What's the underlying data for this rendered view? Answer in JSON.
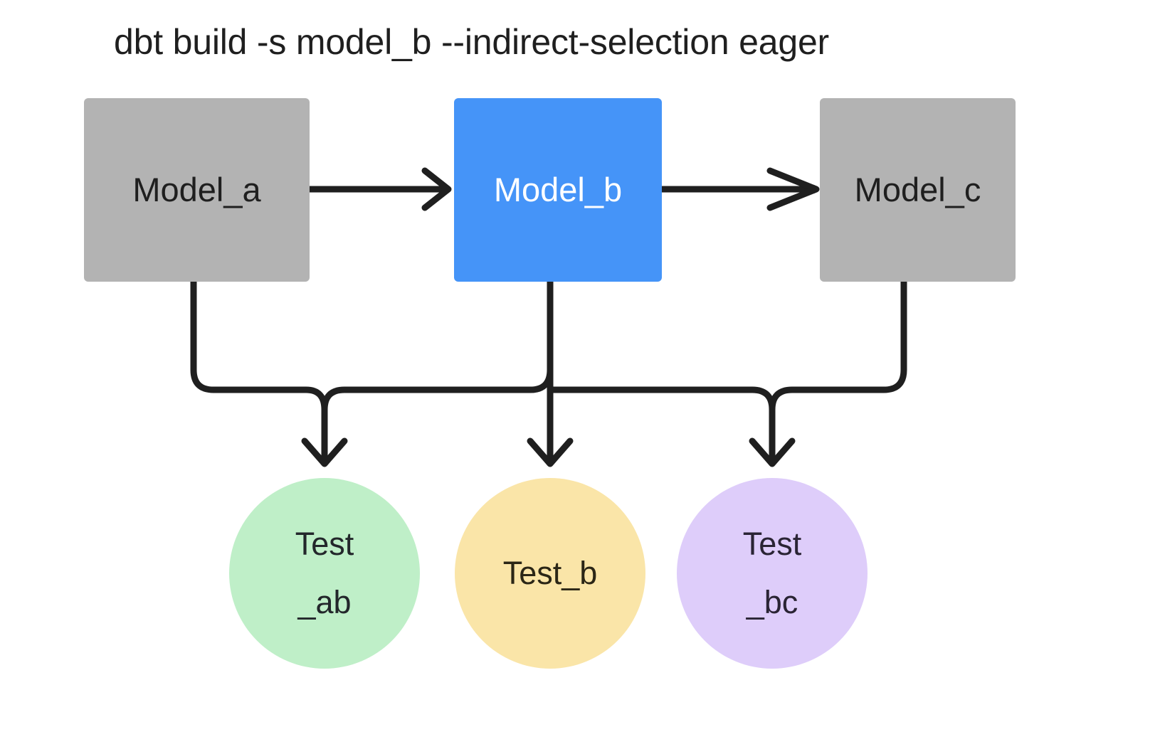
{
  "diagram": {
    "title": "dbt build -s model_b --indirect-selection eager",
    "background": "#ffffff",
    "edge_color": "#1f1f1f",
    "models": [
      {
        "id": "model_a",
        "label": "Model_a",
        "fill": "#b3b3b3",
        "text_color": "#1f1f1f",
        "selected": false
      },
      {
        "id": "model_b",
        "label": "Model_b",
        "fill": "#4594f8",
        "text_color": "#ffffff",
        "selected": true
      },
      {
        "id": "model_c",
        "label": "Model_c",
        "fill": "#b3b3b3",
        "text_color": "#1f1f1f",
        "selected": false
      }
    ],
    "tests": [
      {
        "id": "test_ab",
        "line1": "Test",
        "line2": "_ab",
        "fill": "#bfefc8",
        "text_color": "#23272b"
      },
      {
        "id": "test_b",
        "line1": "Test_b",
        "line2": "",
        "fill": "#fae5a8",
        "text_color": "#2b2616"
      },
      {
        "id": "test_bc",
        "line1": "Test",
        "line2": "_bc",
        "fill": "#decdfa",
        "text_color": "#2a2434"
      }
    ],
    "edges": [
      {
        "from": "model_a",
        "to": "model_b",
        "kind": "horizontal-arrow"
      },
      {
        "from": "model_b",
        "to": "model_c",
        "kind": "horizontal-arrow"
      },
      {
        "from": "model_a",
        "to": "test_ab",
        "kind": "elbow-arrow"
      },
      {
        "from": "model_b",
        "to": "test_ab",
        "kind": "elbow-arrow"
      },
      {
        "from": "model_b",
        "to": "test_b",
        "kind": "straight-arrow"
      },
      {
        "from": "model_b",
        "to": "test_bc",
        "kind": "elbow-arrow"
      },
      {
        "from": "model_c",
        "to": "test_bc",
        "kind": "elbow-arrow"
      }
    ]
  }
}
